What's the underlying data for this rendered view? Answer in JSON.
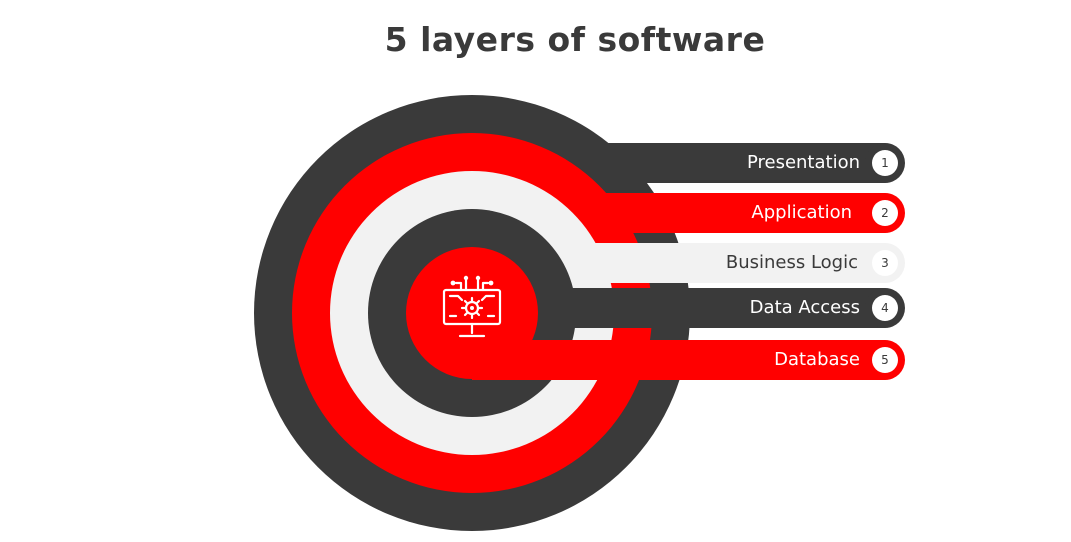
{
  "title": "5 layers of software",
  "center_icon": "computer-circuit-gear-icon",
  "colors": {
    "dark": "#3a3a3a",
    "red": "#ff0000",
    "light": "#f2f2f2",
    "title": "#3a3a3a"
  },
  "layers": [
    {
      "number": "1",
      "label": "Presentation",
      "color": "dark"
    },
    {
      "number": "2",
      "label": "Application",
      "color": "red"
    },
    {
      "number": "3",
      "label": "Business Logic",
      "color": "light"
    },
    {
      "number": "4",
      "label": "Data Access",
      "color": "dark"
    },
    {
      "number": "5",
      "label": "Database",
      "color": "red"
    }
  ]
}
